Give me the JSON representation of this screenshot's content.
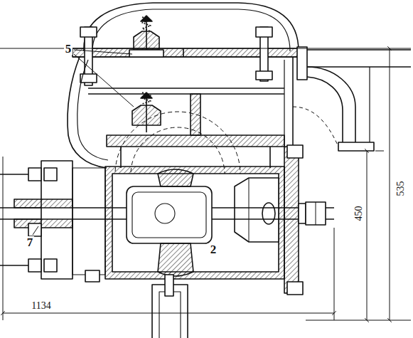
{
  "diagram": {
    "labels": [
      "5",
      "2",
      "7",
      "450",
      "535",
      "1134"
    ]
  }
}
